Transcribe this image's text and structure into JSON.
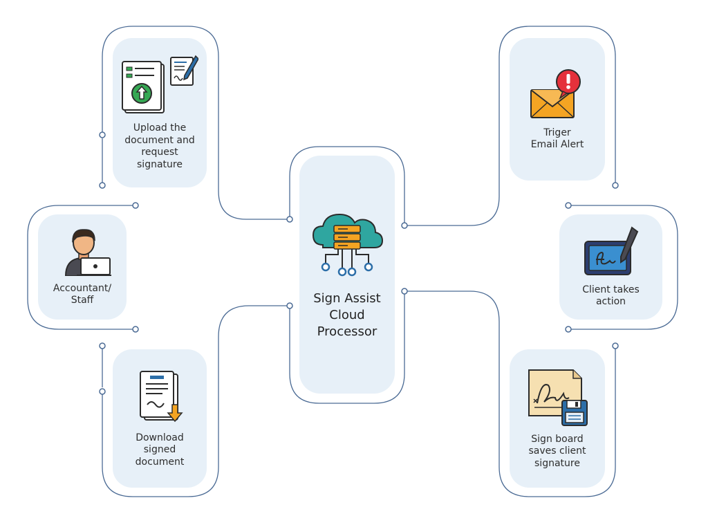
{
  "diagram": {
    "center": {
      "label": "Sign Assist\nCloud\nProcessor",
      "icon": "cloud-server-icon"
    },
    "nodes": {
      "upload": {
        "label": "Upload the\ndocument and\nrequest\nsignature",
        "icon": "document-upload-icon"
      },
      "accountant": {
        "label": "Accountant/\nStaff",
        "icon": "accountant-laptop-icon"
      },
      "download": {
        "label": "Download\nsigned\ndocument",
        "icon": "document-download-icon"
      },
      "email": {
        "label": "Triger\nEmail Alert",
        "icon": "email-alert-icon"
      },
      "client": {
        "label": "Client takes\naction",
        "icon": "signature-tablet-icon"
      },
      "signboard": {
        "label": "Sign board\nsaves client\nsignature",
        "icon": "signature-save-icon"
      }
    },
    "colors": {
      "card_background": "#e7f0f8",
      "connector_line": "#4a6a94",
      "primary_blue": "#2c6ea8",
      "accent_teal": "#2fa6a0",
      "accent_orange": "#f4a423",
      "accent_red": "#e5313b",
      "text": "#2d2d2d"
    }
  }
}
